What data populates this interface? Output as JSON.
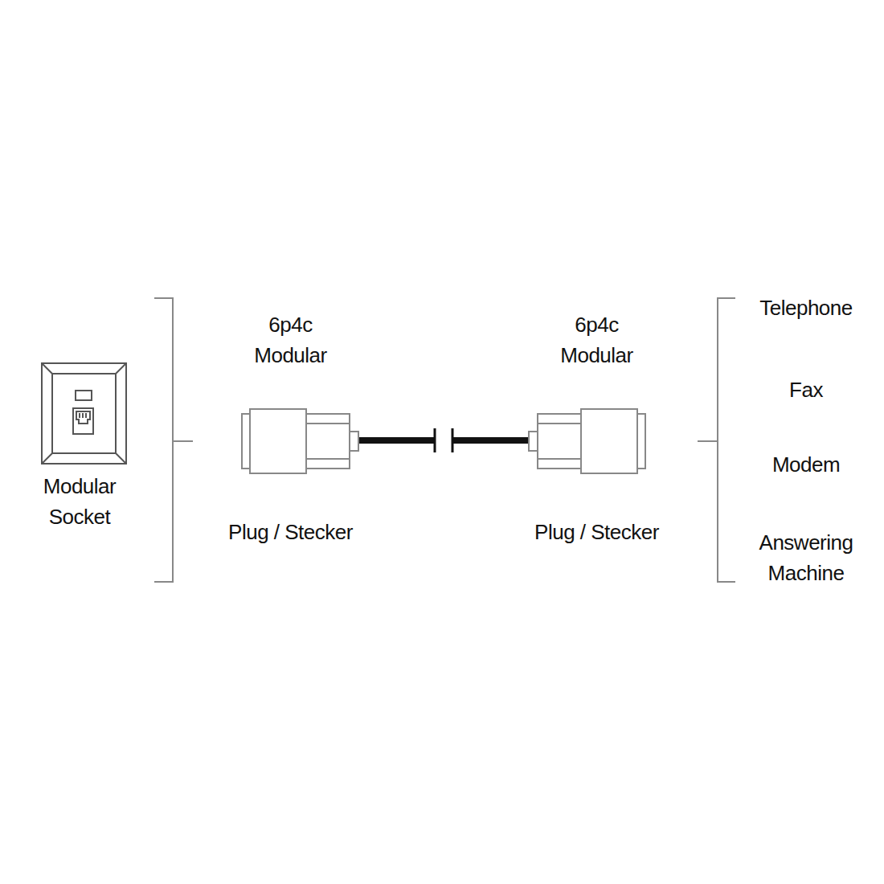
{
  "diagram": {
    "nodes": [
      {
        "text": [
          "Modular Socket"
        ]
      },
      {
        "text": [
          "6p4c Modular",
          "Plug / Stecker"
        ]
      },
      {
        "text": [
          "6p4c Modular",
          "Plug / Stecker"
        ]
      }
    ],
    "edges": [
      {
        "from": 1,
        "to": 2,
        "arrow": "none"
      }
    ],
    "labels": [
      "Telephone",
      "Fax",
      "Modem",
      "Answering Machine"
    ]
  }
}
